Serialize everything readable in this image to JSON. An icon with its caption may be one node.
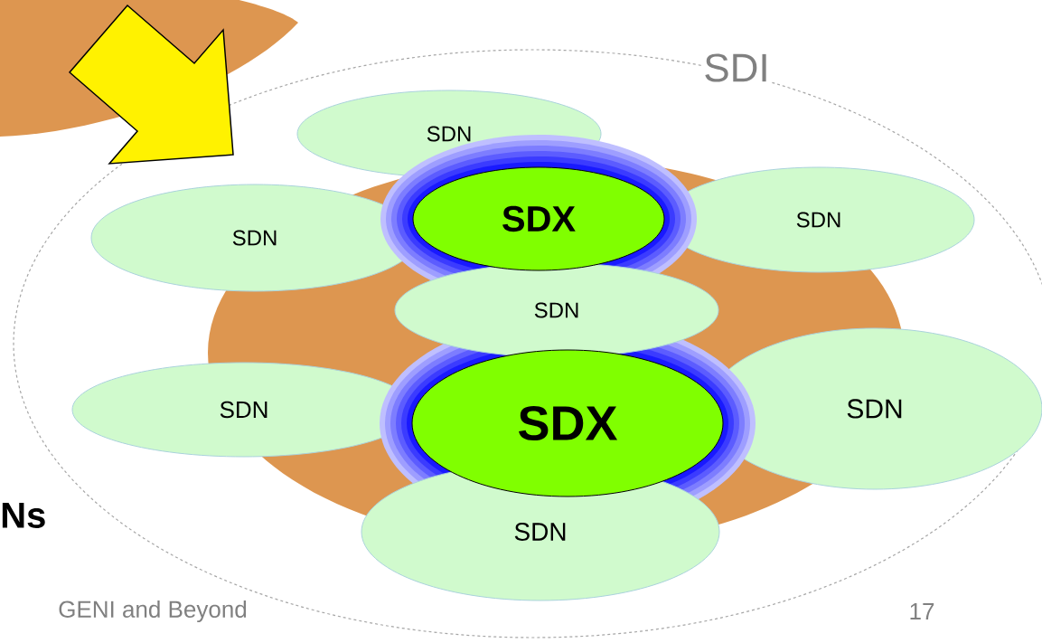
{
  "diagram": {
    "nodes": [
      {
        "text": [
          "SDI"
        ]
      },
      {
        "text": [
          "SDN"
        ],
        "in": 0
      },
      {
        "text": [
          "SDN"
        ],
        "in": 0
      },
      {
        "text": [
          "SDX"
        ],
        "in": 0
      },
      {
        "text": [
          "SDN"
        ],
        "in": 0
      },
      {
        "text": [
          "SDN"
        ],
        "in": 0
      },
      {
        "text": [
          "SDN"
        ],
        "in": 0
      },
      {
        "text": [
          "SDX"
        ],
        "in": 0
      },
      {
        "text": [
          "SDN"
        ],
        "in": 0
      },
      {
        "text": [
          "SDN"
        ],
        "in": 0
      }
    ],
    "labels": [
      "Ns",
      "GENI and Beyond",
      "17"
    ]
  }
}
